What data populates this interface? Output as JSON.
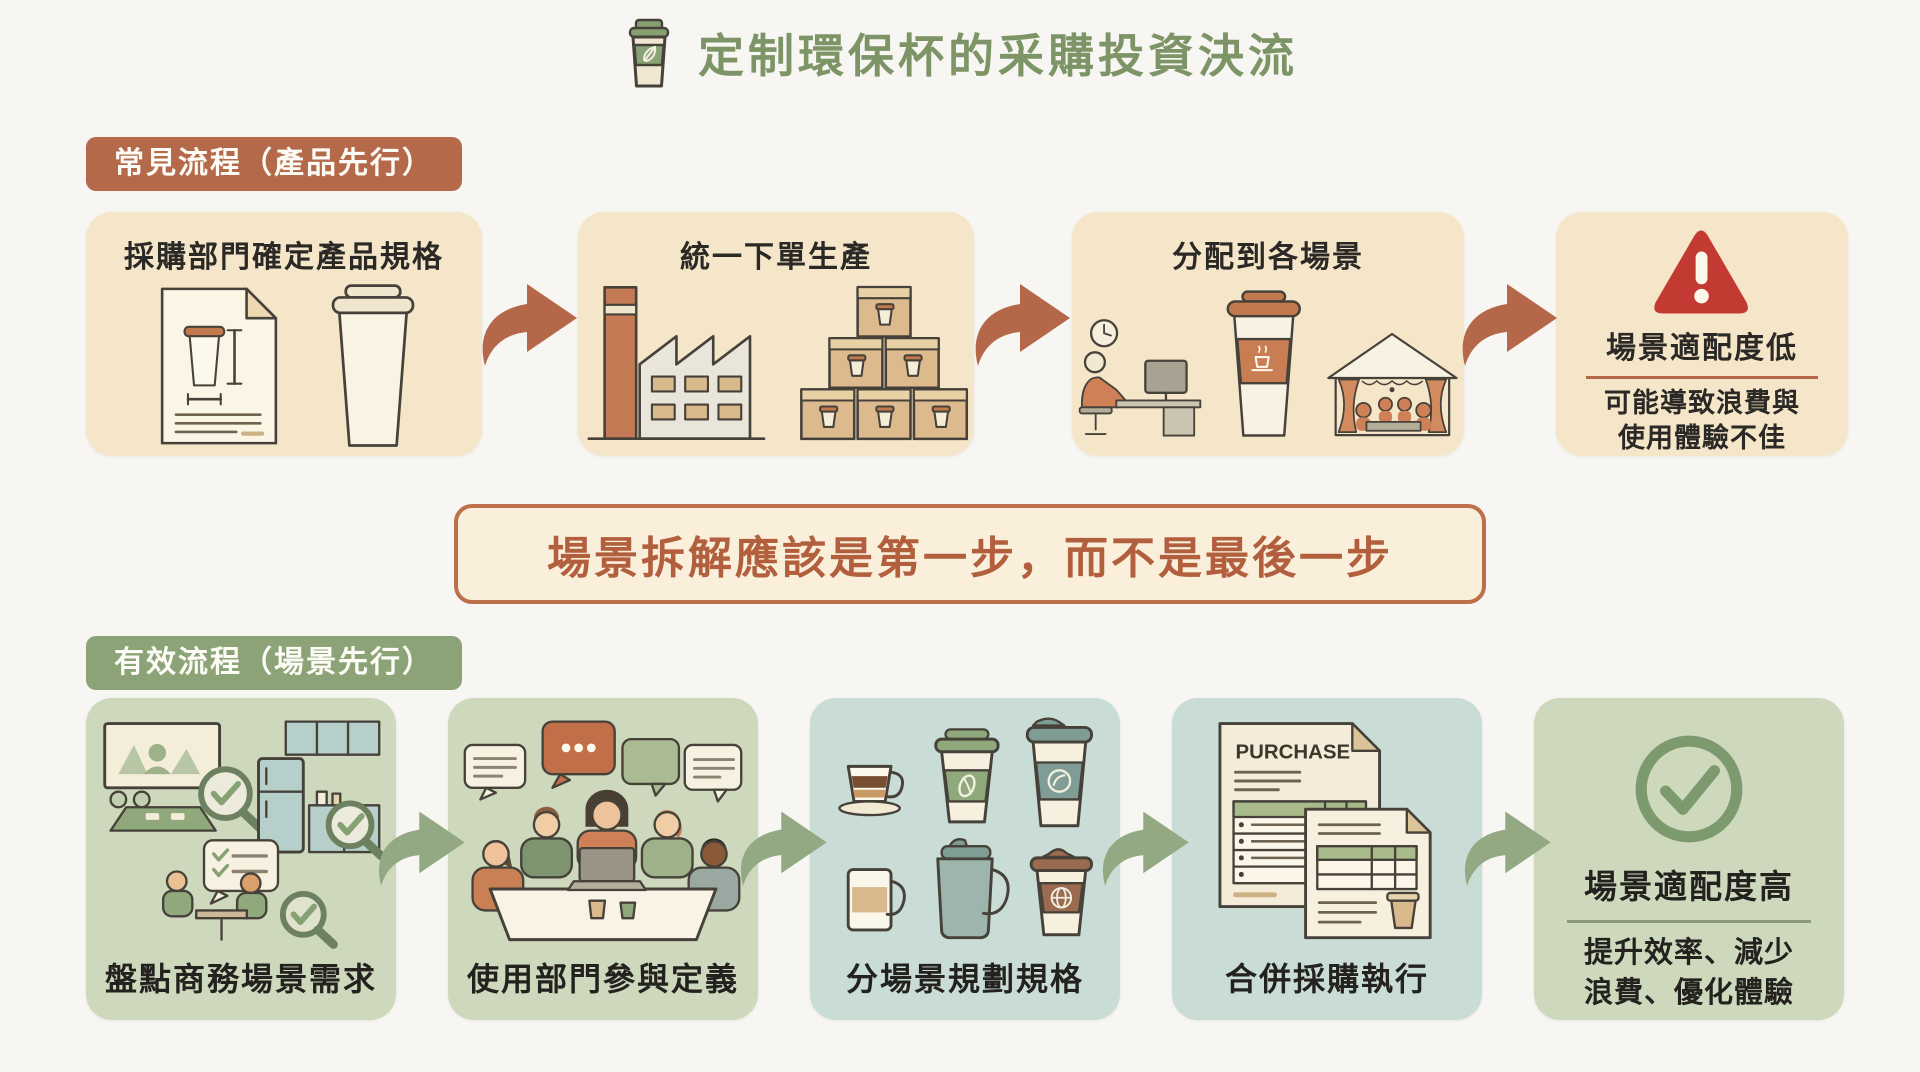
{
  "title": {
    "text": "定制環保杯的采購投資決流"
  },
  "icons": {
    "header": "eco-cup-leaf-icon",
    "warning": "warning-triangle-icon",
    "success": "check-circle-icon",
    "spec_document": "spec-document-icon",
    "plain_cup": "paper-cup-icon",
    "factory": "factory-icon",
    "shipping_boxes": "shipping-boxes-icon",
    "office_desk": "office-desk-worker-icon",
    "branded_cup": "branded-cup-icon",
    "event_tent": "event-tent-icon",
    "scene_audit": "scene-audit-illustration",
    "team_meeting": "team-meeting-illustration",
    "cup_lineup": "cup-lineup-illustration",
    "purchase_orders": "purchase-orders-illustration",
    "flow_arrow": "flow-arrow-icon"
  },
  "colors": {
    "terracotta": "#b4694a",
    "green_badge": "#8ba377",
    "title_green": "#7d9466",
    "warning_red": "#c23a31",
    "peach_box": "#f5e5c9",
    "sage_box": "#cdd8bc",
    "teal_box": "#c9dcd6",
    "banner_bg": "#f9efdb",
    "banner_border": "#bd6f4a",
    "banner_text": "#b15f3d",
    "arrow_green": "#93a983",
    "ink": "#2b2925"
  },
  "common_flow": {
    "badge": "常見流程（產品先行）",
    "steps": [
      {
        "label": "採購部門確定產品規格"
      },
      {
        "label": "統一下單生產"
      },
      {
        "label": "分配到各場景"
      }
    ],
    "warning": {
      "title": "場景適配度低",
      "desc_line1": "可能導致浪費與",
      "desc_line2": "使用體驗不佳"
    }
  },
  "banner": {
    "text": "場景拆解應該是第一步，而不是最後一步"
  },
  "effective_flow": {
    "badge": "有效流程（場景先行）",
    "steps": [
      {
        "label": "盤點商務場景需求"
      },
      {
        "label": "使用部門參與定義"
      },
      {
        "label": "分場景規劃規格"
      },
      {
        "label": "合併採購執行"
      }
    ],
    "result": {
      "title": "場景適配度高",
      "desc_line1": "提升效率、減少",
      "desc_line2": "浪費、優化體驗"
    }
  },
  "purchase_document": {
    "header": "PURCHASE"
  }
}
